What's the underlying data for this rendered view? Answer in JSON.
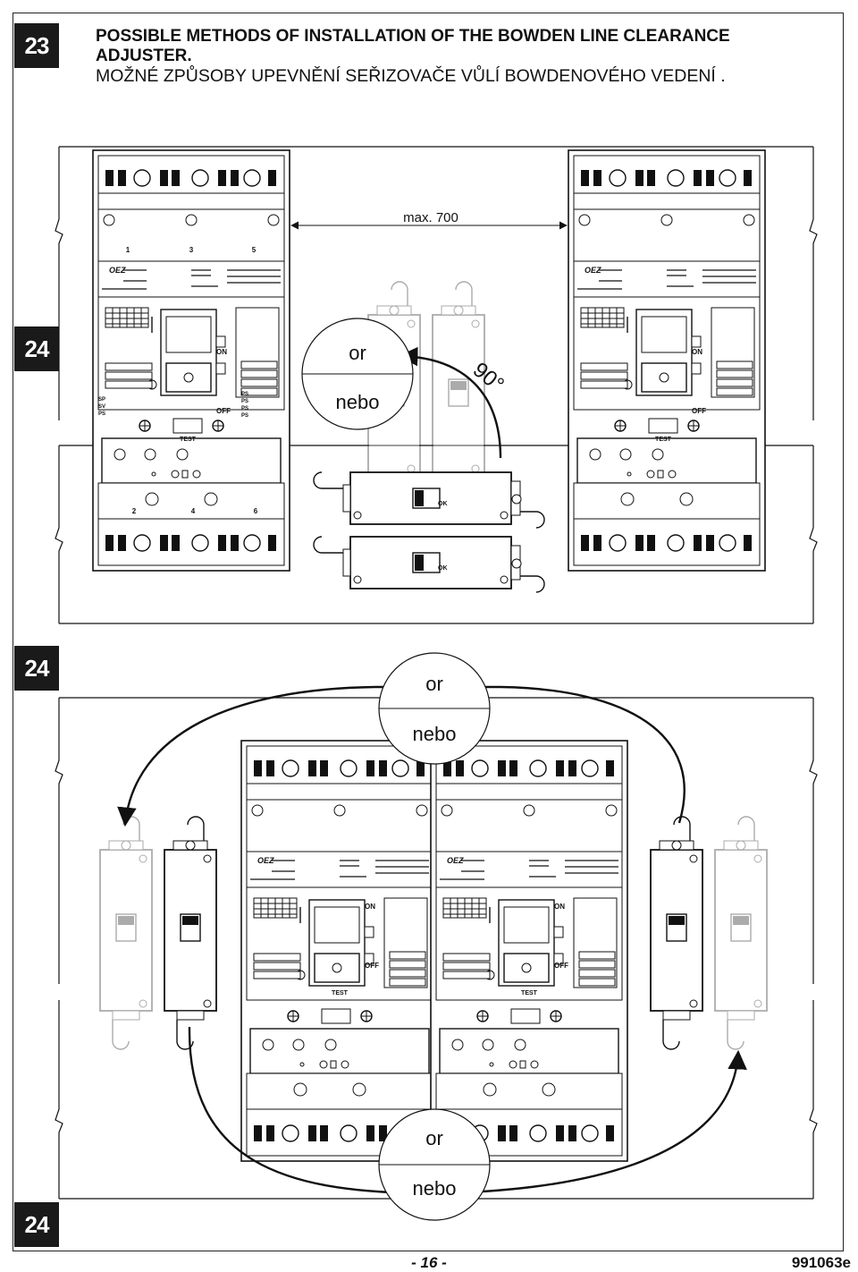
{
  "header": {
    "step_number": "23",
    "title_en_line1": "POSSIBLE METHODS OF INSTALLATION OF THE BOWDEN LINE CLEARANCE",
    "title_en_line2": "ADJUSTER.",
    "title_cz": "MOŽNÉ ZPŮSOBY UPEVNĚNÍ SEŘIZOVAČE VŮLÍ BOWDENOVÉHO VEDENÍ ."
  },
  "figure1": {
    "step_number": "24",
    "dimension_label": "max. 700",
    "angle_label": "90°",
    "or_label": "or",
    "nebo_label": "nebo"
  },
  "figure2": {
    "step_number_top": "24",
    "step_number_bottom": "24",
    "or_label_top": "or",
    "nebo_label_top": "nebo",
    "or_label_bottom": "or",
    "nebo_label_bottom": "nebo"
  },
  "breaker": {
    "brand": "OEZ",
    "on_label": "ON",
    "off_label": "OFF",
    "test_label": "TEST",
    "terminals_top": [
      "1",
      "3",
      "5"
    ],
    "terminals_bottom": [
      "2",
      "4",
      "6"
    ],
    "left_labels": [
      "SP",
      "SV",
      "PS"
    ],
    "right_labels": [
      "PS",
      "PS",
      "PS",
      "PS"
    ]
  },
  "adjuster": {
    "ok_label": "OK"
  },
  "footer": {
    "page": "- 16 -",
    "doc_code": "991063e"
  }
}
